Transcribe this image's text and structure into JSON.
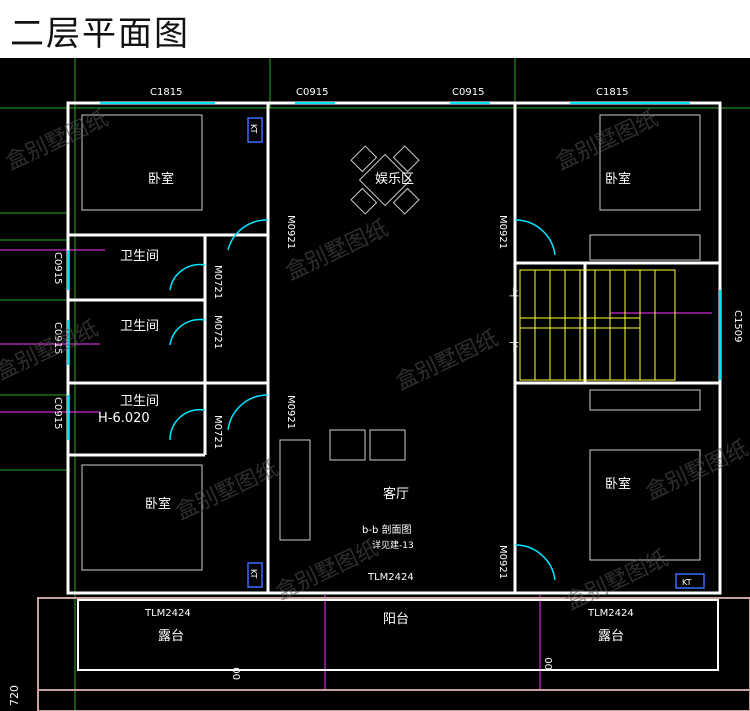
{
  "header": {
    "title": "二层平面图"
  },
  "windows": {
    "top_left": "C1815",
    "top_mid_left": "C0915",
    "top_mid_right": "C0915",
    "top_right": "C1815",
    "left_1": "C0915",
    "left_2": "C0915",
    "left_3": "C0915",
    "right_stair": "C1509"
  },
  "doors": {
    "d1": "M0921",
    "d2": "M0921",
    "d3": "M0721",
    "d4": "M0721",
    "d5": "M0921",
    "d6": "M0721",
    "d7": "M0921",
    "tlm_center": "TLM2424",
    "tlm_left": "TLM2424",
    "tlm_right": "TLM2424"
  },
  "rooms": {
    "bedroom_tl": "卧室",
    "entertainment": "娱乐区",
    "bedroom_tr": "卧室",
    "bath_1": "卫生间",
    "bath_2": "卫生间",
    "bath_3": "卫生间",
    "bedroom_bl": "卧室",
    "living": "客厅",
    "bedroom_br": "卧室",
    "balcony": "阳台",
    "terrace_left": "露台",
    "terrace_right": "露台"
  },
  "labels": {
    "elevation": "H-6.020",
    "kt1": "KT",
    "kt2": "KT",
    "kt3": "KT",
    "section": "b-b 剖面图",
    "section_ref": "详见建-13",
    "stair_up": "上",
    "stair_down": "下",
    "dim_left": "720",
    "dim_mid": "00",
    "dim_right": "00"
  },
  "watermark": "盒别墅图纸",
  "colors": {
    "wall": "#ffffff",
    "door": "#00e6ff",
    "window": "#00e6ff",
    "stair": "#ffff33",
    "axis": "#ff33ff",
    "grid": "#33dd33",
    "terrace": "#c8a0a0",
    "kt": "#3a6bff"
  }
}
